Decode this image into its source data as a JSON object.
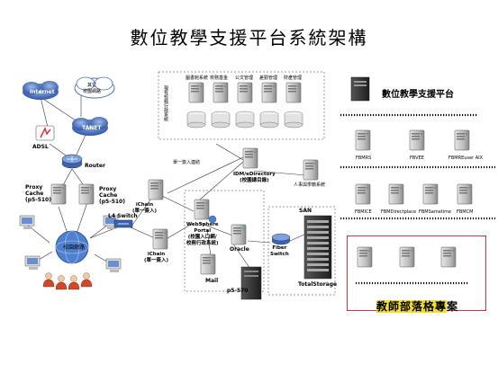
{
  "title": "數位教學支援平台系統架構",
  "left_network": {
    "internet": "Internet",
    "other_campus": "其它\n校園網路",
    "tanet": "TANET",
    "adsl": "ADSL",
    "router": "Router",
    "proxy_left": "Proxy\nCache\n(p5-510)",
    "proxy_right": "Proxy\nCache\n(p5-510)",
    "campus_net": "校園網路",
    "l4_switch": "L4 Switch"
  },
  "center": {
    "campus_admin_systems": "現有校務行政系統",
    "admin_systems": [
      "圖書館系統",
      "校務基金",
      "公文管理",
      "差勤管理",
      "財產管理"
    ],
    "single_signon": "單一簽入連結",
    "idm": "IDM/eDirectory\n(校園總目錄)",
    "hr_system": "人事與學籍系統",
    "ichain_top": "iChain\n(單一簽入)",
    "ichain_bottom": "iChain\n(單一簽入)",
    "websphere": "WebSphere\nPortal\n(校園入口網/\n校務行政系統)",
    "oracle": "Oracle",
    "mail": "Mail",
    "p5_570": "p5-570",
    "fiber_switch": "Fiber\nSwitch",
    "san": "SAN",
    "total_storage": "TotalStorage"
  },
  "right_panel": {
    "platform_title": "數位教學支援平台",
    "servers_row1": [
      "FBMRS",
      "FBVEE",
      "FBMREuser AIX"
    ],
    "servers_row2": [
      "FBMICE",
      "FBMDirectplace",
      "FBMSametime",
      "FBMCM"
    ],
    "blog_label": "教師部落格專",
    "blog_suffix": "案"
  },
  "colors": {
    "accent_red": "#d8333a",
    "highlight_yellow": "#f3df2a",
    "cloud_blue": "#4a73b8",
    "server_gray": "#c9c9c9"
  }
}
